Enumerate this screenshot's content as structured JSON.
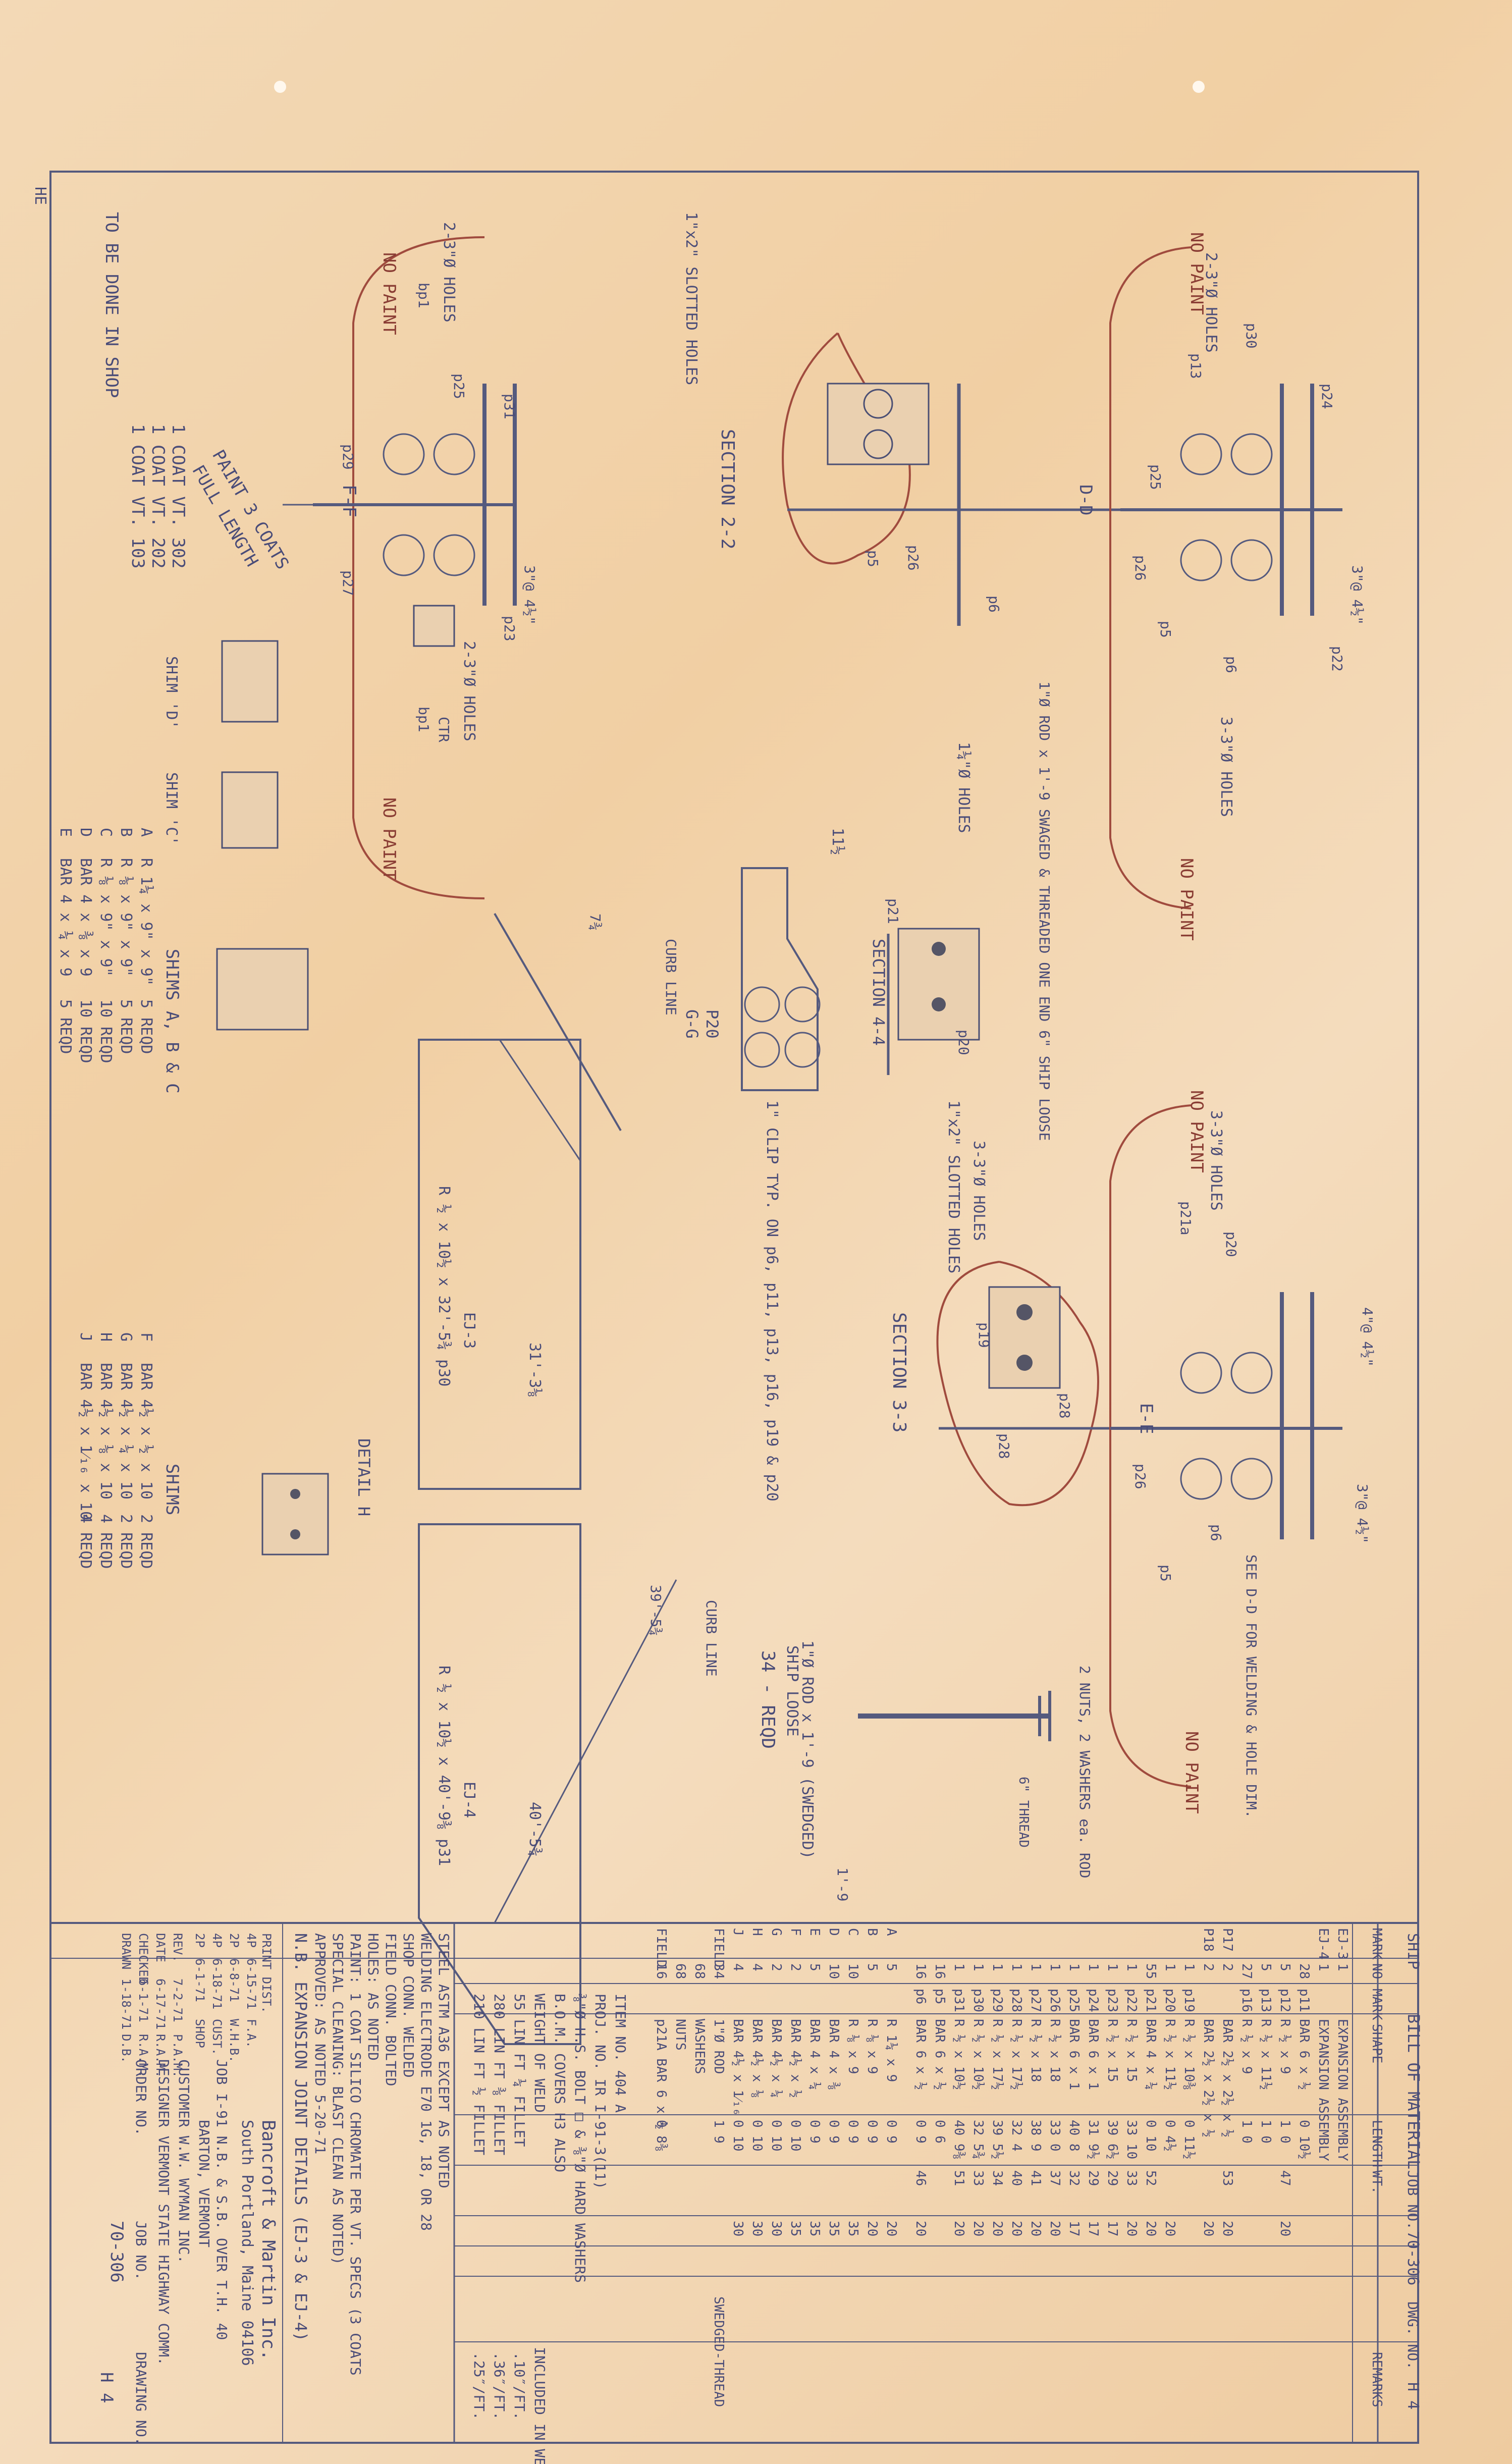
{
  "corner_mark": "HE",
  "notes": {
    "paint_note": "TO BE DONE IN SHOP",
    "coat_1": "1 COAT VT. 103",
    "coat_2": "1 COAT VT. 202",
    "coat_3": "1 COAT VT. 302",
    "paint_fillet": "PAINT 3 COATS",
    "paint_fillet_2": "FULL LENGTH",
    "no_paint": "NO PAINT"
  },
  "sections": {
    "ff": "F-F",
    "dd": "D-D",
    "ee": "E-E",
    "gg": "G-G",
    "section_22": "SECTION 2-2",
    "section_33": "SECTION 3-3",
    "section_44": "SECTION 4-4",
    "detail_h": "DETAIL H",
    "ej3": "EJ-3",
    "ej4": "EJ-4",
    "p20": "P20",
    "curb_line": "CURB LINE"
  },
  "callouts": {
    "holes_23": "2-3\"Ø HOLES",
    "holes_33": "3-3\"Ø HOLES",
    "holes_14": "1¼\"Ø HOLES",
    "holes_3_3": "3-3\"Ø HOLES",
    "slotted": "1\"x2\" SLOTTED HOLES",
    "rod_swaged": "1\"Ø ROD x 1'-9 SWAGED & THREADED ONE END 6\" SHIP LOOSE",
    "rod_34": "1\"Ø ROD x 1'-9 (SWEDGED)",
    "ship_loose": "SHIP LOOSE",
    "rod_reqd": "34 - REQD",
    "nuts": "2 NUTS, 2 WASHERS ea. ROD",
    "clip_typ": "1\" CLIP TYP. ON p6, p11, p13, p16, p19 & p20",
    "see_dd": "SEE D-D FOR WELDING & HOLE DIM.",
    "thread": "6\" THREAD",
    "rod_len": "1'-9",
    "p30_label": "R ½ x 10½ x 32'-5¾ p30",
    "p31_label": "R ½ x 10½ x 40'-9⅜ p31",
    "dim_31": "31'-3⅛",
    "dim_40": "40'-5¾",
    "dim_39": "39'-5¾",
    "dim_74": "7¾"
  },
  "shims_1": {
    "title": "SHIMS A, B & C",
    "rows": [
      {
        "mark": "A",
        "desc": "R 1¼ x 9\" x 9\"",
        "qty": "5 REQD"
      },
      {
        "mark": "B",
        "desc": "R ⅛ x 9\" x 9\"",
        "qty": "5 REQD"
      },
      {
        "mark": "C",
        "desc": "R ⅛ x 9\" x 9\"",
        "qty": "10 REQD"
      },
      {
        "mark": "D",
        "desc": "BAR 4 x ⅜ x 9",
        "qty": "10 REQD"
      },
      {
        "mark": "E",
        "desc": "BAR 4 x ¼ x 9",
        "qty": "5 REQD"
      }
    ]
  },
  "shims_2": {
    "title": "SHIMS",
    "rows": [
      {
        "mark": "F",
        "desc": "BAR 4½ x ½ x 10",
        "qty": "2 REQD"
      },
      {
        "mark": "G",
        "desc": "BAR 4½ x ¼ x 10",
        "qty": "2 REQD"
      },
      {
        "mark": "H",
        "desc": "BAR 4½ x ⅛ x 10",
        "qty": "4 REQD"
      },
      {
        "mark": "J",
        "desc": "BAR 4½ x 1⁄₁₆ x 10",
        "qty": "4 REQD"
      }
    ]
  },
  "bom": {
    "ship": "SHIP",
    "title": "BILL OF MATERIAL",
    "job_label": "JOB NO.",
    "job_no": "70-306",
    "dwg_label": "DWG. NO.",
    "dwg_no": "H 4",
    "headers": [
      "MARK",
      "NO",
      "MARK",
      "SHAPE",
      "LENGTH",
      "WT.",
      "REMARKS"
    ],
    "rows": [
      {
        "mark": "EJ-3",
        "no": "1",
        "pm": "",
        "shape": "EXPANSION ASSEMBLY",
        "len": "",
        "wt": "",
        "rem": ""
      },
      {
        "mark": "EJ-4",
        "no": "1",
        "pm": "",
        "shape": "EXPANSION ASSEMBLY",
        "len": "",
        "wt": "",
        "rem": ""
      },
      {
        "mark": "",
        "no": "28",
        "pm": "p11",
        "shape": "BAR 6 x ½",
        "len": "0 10½",
        "wt": "",
        "rem": ""
      },
      {
        "mark": "",
        "no": "5",
        "pm": "p12",
        "shape": "R ½ x 9",
        "len": "1 0",
        "wt": "47",
        "rem": "20"
      },
      {
        "mark": "",
        "no": "5",
        "pm": "p13",
        "shape": "R ½ x 11½",
        "len": "1 0",
        "wt": "",
        "rem": ""
      },
      {
        "mark": "",
        "no": "27",
        "pm": "p16",
        "shape": "R ½ x 9",
        "len": "1 0",
        "wt": "",
        "rem": ""
      },
      {
        "mark": "P17",
        "no": "2",
        "pm": "",
        "shape": "BAR 2½ x 2½ x ½",
        "len": "",
        "wt": "53",
        "rem": "20"
      },
      {
        "mark": "P18",
        "no": "2",
        "pm": "",
        "shape": "BAR 2½ x 2½ x ½",
        "len": "",
        "wt": "",
        "rem": "20"
      },
      {
        "mark": "",
        "no": "1",
        "pm": "p19",
        "shape": "R ½ x 10⅜",
        "len": "0 11½",
        "wt": "",
        "rem": ""
      },
      {
        "mark": "",
        "no": "1",
        "pm": "p20",
        "shape": "R ½ x 11½",
        "len": "0 4½",
        "wt": "",
        "rem": "20"
      },
      {
        "mark": "",
        "no": "55",
        "pm": "p21",
        "shape": "BAR 4 x ¼",
        "len": "0 10",
        "wt": "52",
        "rem": "20"
      },
      {
        "mark": "",
        "no": "1",
        "pm": "p22",
        "shape": "R ½ x 15",
        "len": "33 10",
        "wt": "33",
        "rem": "20"
      },
      {
        "mark": "",
        "no": "1",
        "pm": "p23",
        "shape": "R ½ x 15",
        "len": "39 6½",
        "wt": "29",
        "rem": "17"
      },
      {
        "mark": "",
        "no": "1",
        "pm": "p24",
        "shape": "BAR 6 x 1",
        "len": "31 9½",
        "wt": "29",
        "rem": "17"
      },
      {
        "mark": "",
        "no": "1",
        "pm": "p25",
        "shape": "BAR 6 x 1",
        "len": "40 8",
        "wt": "32",
        "rem": "17"
      },
      {
        "mark": "",
        "no": "1",
        "pm": "p26",
        "shape": "R ½ x 18",
        "len": "33 0",
        "wt": "37",
        "rem": "20"
      },
      {
        "mark": "",
        "no": "1",
        "pm": "p27",
        "shape": "R ½ x 18",
        "len": "38 9",
        "wt": "41",
        "rem": "20"
      },
      {
        "mark": "",
        "no": "1",
        "pm": "p28",
        "shape": "R ½ x 17½",
        "len": "32 4",
        "wt": "40",
        "rem": "20"
      },
      {
        "mark": "",
        "no": "1",
        "pm": "p29",
        "shape": "R ½ x 17½",
        "len": "39 5½",
        "wt": "34",
        "rem": "20"
      },
      {
        "mark": "",
        "no": "1",
        "pm": "p30",
        "shape": "R ½ x 10½",
        "len": "32 5¾",
        "wt": "33",
        "rem": "20"
      },
      {
        "mark": "",
        "no": "1",
        "pm": "p31",
        "shape": "R ½ x 10½",
        "len": "40 9⅜",
        "wt": "51",
        "rem": "20"
      },
      {
        "mark": "",
        "no": "16",
        "pm": "p5",
        "shape": "BAR 6 x ½",
        "len": "0 6",
        "wt": "",
        "rem": ""
      },
      {
        "mark": "",
        "no": "16",
        "pm": "p6",
        "shape": "BAR 6 x ½",
        "len": "0 9",
        "wt": "46",
        "rem": "20"
      }
    ],
    "shims_rows": [
      {
        "mark": "A",
        "no": "5",
        "shape": "R 1¼ x 9",
        "len": "0 9",
        "rem": "20"
      },
      {
        "mark": "B",
        "no": "5",
        "shape": "R ⅛ x 9",
        "len": "0 9",
        "rem": "20"
      },
      {
        "mark": "C",
        "no": "10",
        "shape": "R ⅛ x 9",
        "len": "0 9",
        "rem": "35"
      },
      {
        "mark": "D",
        "no": "10",
        "shape": "BAR 4 x ⅜",
        "len": "0 9",
        "rem": "35"
      },
      {
        "mark": "E",
        "no": "5",
        "shape": "BAR 4 x ¼",
        "len": "0 9",
        "rem": "35"
      },
      {
        "mark": "F",
        "no": "2",
        "shape": "BAR 4½ x ½",
        "len": "0 10",
        "rem": "35"
      },
      {
        "mark": "G",
        "no": "2",
        "shape": "BAR 4½ x ¼",
        "len": "0 10",
        "rem": "30"
      },
      {
        "mark": "H",
        "no": "4",
        "shape": "BAR 4½ x ⅛",
        "len": "0 10",
        "rem": "30"
      },
      {
        "mark": "J",
        "no": "4",
        "shape": "BAR 4½ x 1⁄₁₆",
        "len": "0 10",
        "rem": "30"
      }
    ],
    "field_rows": [
      {
        "mark": "FIELD",
        "no": "34",
        "shape": "1\"Ø ROD",
        "len": "1 9",
        "rem": "SWEDGED-THREAD"
      },
      {
        "mark": "",
        "no": "68",
        "shape": "WASHERS",
        "len": "",
        "rem": ""
      },
      {
        "mark": "",
        "no": "68",
        "shape": "NUTS",
        "len": "",
        "rem": ""
      },
      {
        "mark": "FIELD",
        "no": "16",
        "shape": "p21A BAR 6 x ½",
        "len": "0 8⅜",
        "rem": ""
      }
    ],
    "item_no": "ITEM NO. 404 A",
    "proj_no": "PROJ. NO. IR I-91-3(11)",
    "bom_covers": "B.O.M. COVERS H3 ALSO",
    "weight_weld": "WEIGHT OF WELD",
    "weld_1": "55 LIN FT ¼ FILLET",
    "weld_2": "280 LIN FT ⅜ FILLET",
    "weld_3": "210 LIN FT ½ FILLET",
    "wt_1": ".10″/FT.",
    "wt_2": ".36″/FT.",
    "wt_3": ".25″/FT.",
    "inc_note": "INCLUDED IN WEIGHT",
    "hw_note": "⅜\"Ø H.S. BOLT □ & ⅜\"Ø HARD WASHERS",
    "specs": [
      "STEEL ASTM A36 EXCEPT AS NOTED",
      "WELDING ELECTRODE E70 1G, 18, OR 28",
      "SHOP CONN. WELDED",
      "FIELD CONN. BOLTED",
      "HOLES: AS NOTED",
      "PAINT: 1 COAT SILICO CHROMATE PER VT. SPECS (3 COATS",
      "SPECIAL CLEANING: BLAST CLEAN          AS NOTED)",
      "APPROVED: AS NOTED 5-20-71"
    ],
    "title_line": "N.B. EXPANSION JOINT DETAILS (EJ-3 & EJ-4)",
    "company": "Bancroft & Martin Inc.",
    "company_2": "South Portland, Maine 04106",
    "job_line": "JOB I-91 N.B. & S.B. OVER T.H. 40",
    "location": "BARTON, VERMONT",
    "customer": "CUSTOMER W.W. WYMAN INC.",
    "designer": "DESIGNER VERMONT STATE HIGHWAY COMM.",
    "order_no": "ORDER NO.",
    "job_no_lbl": "JOB NO.",
    "job_no_val": "70-306",
    "drawing_no_lbl": "DRAWING NO.",
    "drawing_no_val": "H 4",
    "print_dist": "PRINT DIST.",
    "prints": [
      {
        "no": "4P",
        "date": "6-15-71",
        "by": "F.A."
      },
      {
        "no": "2P",
        "date": "6-8-71",
        "by": "W.H.B."
      },
      {
        "no": "4P",
        "date": "6-18-71",
        "by": "CUST."
      },
      {
        "no": "2P",
        "date": "6-1-71",
        "by": "SHOP"
      }
    ],
    "revs": [
      {
        "lbl": "REV.",
        "date": "7-2-71",
        "by": "P.A.M."
      },
      {
        "lbl": "DATE",
        "date": "6-17-71",
        "by": "R.A.M."
      },
      {
        "lbl": "CHECKED",
        "date": "6-1-71",
        "by": "R.A.M."
      },
      {
        "lbl": "DRAWN",
        "date": "1-18-71",
        "by": "D.B."
      }
    ]
  },
  "colors": {
    "ink": "#4a4c78",
    "red": "#a04b3e",
    "paper": "#f1d3ab"
  }
}
